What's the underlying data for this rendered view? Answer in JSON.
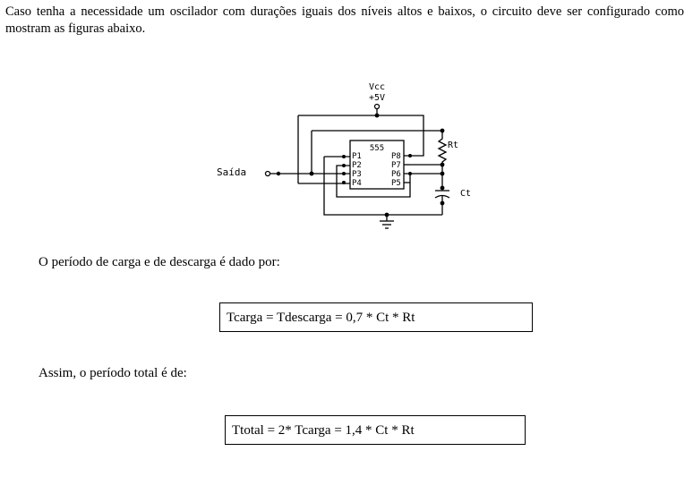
{
  "intro": {
    "text": "Caso tenha a necessidade um oscilador com durações iguais dos níveis altos e baixos, o circuito deve ser configurado como mostram as figuras abaixo."
  },
  "circuit": {
    "vcc_label": "Vcc",
    "vcc_value": "+5V",
    "ic_label": "555",
    "left_pins": [
      "P1",
      "P2",
      "P3",
      "P4"
    ],
    "right_pins": [
      "P8",
      "P7",
      "P6",
      "P5"
    ],
    "output_label": "Saída",
    "rt_label": "Rt",
    "ct_label": "Ct"
  },
  "paragraph1": "O período de carga e de descarga é dado por:",
  "formula1": "Tcarga = Tdescarga = 0,7 * Ct * Rt",
  "paragraph2": "Assim, o período total é de:",
  "formula2": "Ttotal = 2* Tcarga = 1,4 * Ct * Rt"
}
